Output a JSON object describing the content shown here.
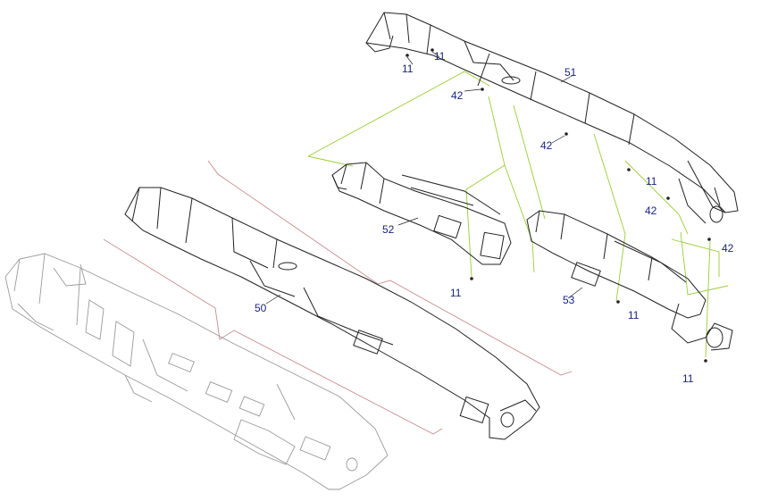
{
  "diagram": {
    "part_callouts": {
      "p11_a": "11",
      "p11_b": "11",
      "p42_a": "42",
      "p51": "51",
      "p42_b": "42",
      "p11_c": "11",
      "p42_c": "42",
      "p52": "52",
      "p42_d": "42",
      "p11_d": "11",
      "p53": "53",
      "p11_e": "11",
      "p50": "50",
      "p11_f": "11"
    },
    "colors": {
      "line_art": "#222222",
      "leader_line": "#9acd32",
      "section_line": "#c98c8c",
      "callout_text": "#1a237e",
      "faint_part": "#9a9a9a"
    }
  }
}
